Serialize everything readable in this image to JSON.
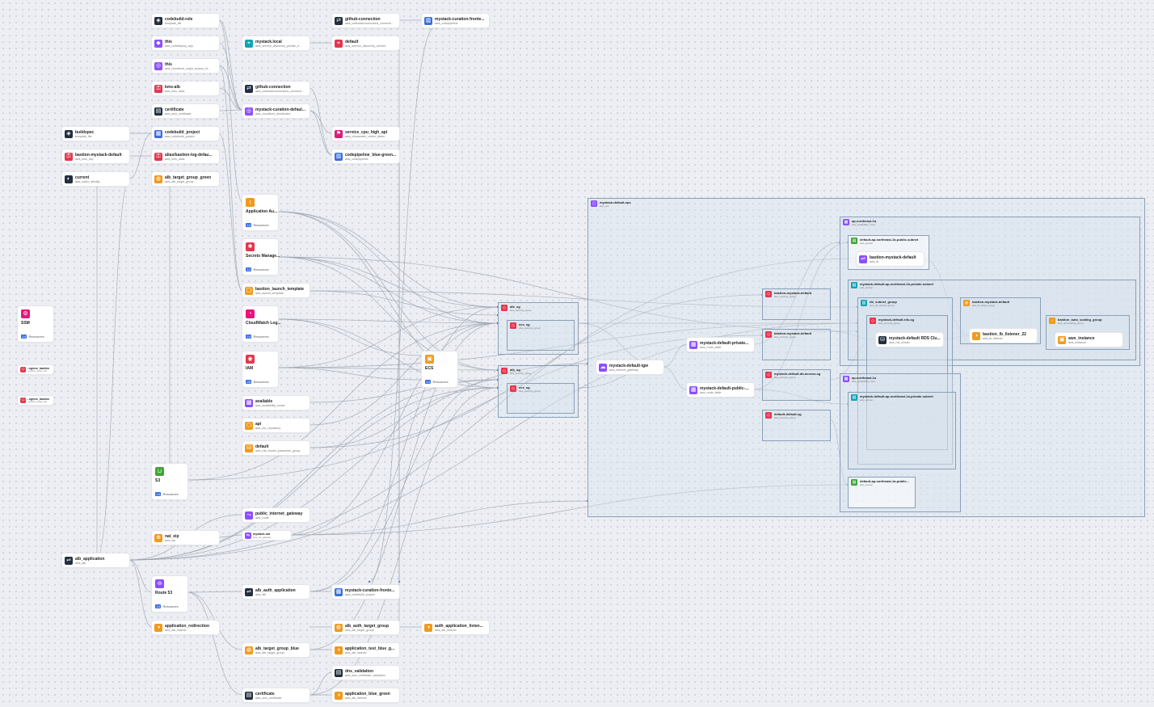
{
  "colors": {
    "purple": "#8c4fff",
    "red": "#e5364e",
    "orange": "#f19a1c",
    "dark": "#232f3e",
    "blue": "#3b6fe0",
    "teal": "#11a3b6",
    "green": "#3ea534",
    "pink": "#e7157b"
  },
  "services": [
    {
      "id": "ssm",
      "title": "SSM",
      "count": "14",
      "suffix": "Resources",
      "icon": "ssm-icon",
      "color": "pink"
    },
    {
      "id": "appauto",
      "title": "Application Au...",
      "count": "14",
      "suffix": "Resources",
      "icon": "auto-scaling-icon",
      "color": "orange"
    },
    {
      "id": "secrets",
      "title": "Secrets Manage...",
      "count": "14",
      "suffix": "Resources",
      "icon": "secrets-manager-icon",
      "color": "red"
    },
    {
      "id": "cloudwatch",
      "title": "CloudWatch Log...",
      "count": "14",
      "suffix": "Resources",
      "icon": "cloudwatch-icon",
      "color": "pink"
    },
    {
      "id": "iam",
      "title": "IAM",
      "count": "26",
      "suffix": "Resources",
      "icon": "iam-icon",
      "color": "red"
    },
    {
      "id": "ecs",
      "title": "ECS",
      "count": "14",
      "suffix": "Resources",
      "icon": "ecs-icon",
      "color": "orange"
    },
    {
      "id": "s3",
      "title": "S3",
      "count": "14",
      "suffix": "Resources",
      "icon": "s3-icon",
      "color": "green"
    },
    {
      "id": "route53",
      "title": "Route 53",
      "count": "14",
      "suffix": "Resources",
      "icon": "route53-icon",
      "color": "purple"
    }
  ],
  "nodes": [
    {
      "id": "codebuild-role",
      "title": "codebuild-role",
      "sub": "template_file",
      "color": "dark",
      "icon": "template-icon"
    },
    {
      "id": "this1",
      "title": "this",
      "sub": "aws_codedeploy_app",
      "color": "purple",
      "icon": "codedeploy-icon"
    },
    {
      "id": "this2",
      "title": "this",
      "sub": "aws_cloudfront_origin_access_id...",
      "color": "purple",
      "icon": "cloudfront-icon"
    },
    {
      "id": "kms-alb",
      "title": "kms-alb",
      "sub": "aws_kms_alias",
      "color": "red",
      "icon": "kms-icon"
    },
    {
      "id": "certificate1",
      "title": "certificate",
      "sub": "aws_acm_certificate",
      "color": "dark",
      "icon": "certificate-icon"
    },
    {
      "id": "buildspec",
      "title": "buildspec",
      "sub": "template_file",
      "color": "dark",
      "icon": "template-icon"
    },
    {
      "id": "codebuild-project",
      "title": "codebuild_project",
      "sub": "aws_codebuild_project",
      "color": "blue",
      "icon": "codebuild-icon"
    },
    {
      "id": "bastion-key",
      "title": "bastion-mystack-default",
      "sub": "aws_kms_key",
      "color": "red",
      "icon": "kms-icon"
    },
    {
      "id": "alias-bastion",
      "title": "alias/bastion-log-defau...",
      "sub": "aws_kms_alias",
      "color": "red",
      "icon": "kms-icon"
    },
    {
      "id": "current",
      "title": "current",
      "sub": "aws_caller_identity",
      "color": "dark",
      "icon": "identity-icon"
    },
    {
      "id": "alb-tg-green",
      "title": "alb_target_group_green",
      "sub": "aws_alb_target_group",
      "color": "orange",
      "icon": "target-group-icon"
    },
    {
      "id": "mystack-local",
      "title": "mystack.local",
      "sub": "aws_service_discovery_private_d...",
      "color": "teal",
      "icon": "cloud-map-icon"
    },
    {
      "id": "github-conn1",
      "title": "github-connection",
      "sub": "aws_codestarconnections_connecti...",
      "color": "dark",
      "icon": "codestar-icon"
    },
    {
      "id": "default-sd",
      "title": "default",
      "sub": "aws_service_discovery_service",
      "color": "red",
      "icon": "cloud-map-icon"
    },
    {
      "id": "curation-pipeline",
      "title": "mystack-curation-fronte...",
      "sub": "aws_codepipeline",
      "color": "blue",
      "icon": "codepipeline-icon"
    },
    {
      "id": "github-conn2",
      "title": "github-connection",
      "sub": "aws_codestarconnections_connecti...",
      "color": "dark",
      "icon": "codestar-icon"
    },
    {
      "id": "curation-cf",
      "title": "mystack-curation-defaul...",
      "sub": "aws_cloudfront_distribution",
      "color": "purple",
      "icon": "cloudfront-icon"
    },
    {
      "id": "cpu-high",
      "title": "service_cpu_high_api",
      "sub": "aws_cloudwatch_metric_alarm",
      "color": "pink",
      "icon": "alarm-icon"
    },
    {
      "id": "bluegreen",
      "title": "codepipeline_blue-green...",
      "sub": "aws_codepipeline",
      "color": "blue",
      "icon": "codepipeline-icon"
    },
    {
      "id": "bastion-lt",
      "title": "bastion_launch_template",
      "sub": "aws_launch_template",
      "color": "orange",
      "icon": "launch-template-icon"
    },
    {
      "id": "available",
      "title": "available",
      "sub": "aws_availability_zones",
      "color": "purple",
      "icon": "az-icon"
    },
    {
      "id": "api-ecr",
      "title": "api",
      "sub": "aws_ecr_repository",
      "color": "orange",
      "icon": "ecr-icon"
    },
    {
      "id": "default-pg",
      "title": "default",
      "sub": "aws_rds_cluster_parameter_group",
      "color": "orange",
      "icon": "rds-icon"
    },
    {
      "id": "ig-route",
      "title": "public_internet_gateway",
      "sub": "aws_route",
      "color": "purple",
      "icon": "route-icon"
    },
    {
      "id": "nat-eip",
      "title": "nat_eip",
      "sub": "aws_eip",
      "color": "orange",
      "icon": "eip-icon"
    },
    {
      "id": "mystack-nat",
      "title": "mystack-nat",
      "sub": "aws_nat_gateway",
      "color": "purple",
      "icon": "nat-icon"
    },
    {
      "id": "alb-app",
      "title": "alb_application",
      "sub": "aws_alb",
      "color": "dark",
      "icon": "alb-icon"
    },
    {
      "id": "alb-auth-app",
      "title": "alb_auth_application",
      "sub": "aws_alb",
      "color": "dark",
      "icon": "alb-icon"
    },
    {
      "id": "curation-build",
      "title": "mystack-curation-fronte...",
      "sub": "aws_codebuild_project",
      "color": "blue",
      "icon": "codebuild-icon"
    },
    {
      "id": "app-redirect",
      "title": "application_redirection",
      "sub": "aws_alb_listener",
      "color": "orange",
      "icon": "listener-icon"
    },
    {
      "id": "alb-auth-tg",
      "title": "alb_auth_target_group",
      "sub": "aws_alb_target_group",
      "color": "orange",
      "icon": "target-group-icon"
    },
    {
      "id": "auth-listener",
      "title": "auth_application_listen...",
      "sub": "aws_alb_listener",
      "color": "orange",
      "icon": "listener-icon"
    },
    {
      "id": "alb-tg-blue",
      "title": "alb_target_group_blue",
      "sub": "aws_alb_target_group",
      "color": "orange",
      "icon": "target-group-icon"
    },
    {
      "id": "app-test-blue",
      "title": "application_test_blue_g...",
      "sub": "aws_alb_listener",
      "color": "orange",
      "icon": "listener-icon"
    },
    {
      "id": "dns-validation",
      "title": "dns_validation",
      "sub": "aws_acm_certificate_validation",
      "color": "dark",
      "icon": "certificate-icon"
    },
    {
      "id": "certificate2",
      "title": "certificate",
      "sub": "aws_acm_certificate",
      "color": "dark",
      "icon": "certificate-icon"
    },
    {
      "id": "app-blue-green",
      "title": "application_blue_green",
      "sub": "aws_alb_listener",
      "color": "orange",
      "icon": "listener-icon"
    },
    {
      "id": "ingress1",
      "title": "...ngress_bastion",
      "sub": "...security_group_rule",
      "color": "red",
      "icon": "security-group-icon"
    },
    {
      "id": "ingress2",
      "title": "...ngress_bastion",
      "sub": "...security_group_rule",
      "color": "red",
      "icon": "security-group-icon"
    },
    {
      "id": "private-rt",
      "title": "mystack-default-private...",
      "sub": "aws_route_table",
      "color": "purple",
      "icon": "route-table-icon"
    },
    {
      "id": "public-rt",
      "title": "mystack-default-public-...",
      "sub": "aws_route_table",
      "color": "purple",
      "icon": "route-table-icon"
    },
    {
      "id": "igw",
      "title": "mystack-default-igw",
      "sub": "aws_internet_gateway",
      "color": "purple",
      "icon": "igw-icon"
    }
  ],
  "groups": [
    {
      "id": "vpc",
      "title": "mystack-default-vpc",
      "sub": "aws_vpc",
      "color": "purple",
      "icon": "vpc-icon"
    },
    {
      "id": "alb-sg1",
      "title": "alb_sg",
      "sub": "aws_security_group",
      "color": "red",
      "icon": "security-group-icon"
    },
    {
      "id": "ecs-sg1",
      "title": "ecs_sg",
      "sub": "aws_security_group",
      "color": "red",
      "icon": "security-group-icon"
    },
    {
      "id": "alb-sg2",
      "title": "alb_sg",
      "sub": "aws_security_group",
      "color": "red",
      "icon": "security-group-icon"
    },
    {
      "id": "ecs-sg2",
      "title": "ecs_sg",
      "sub": "aws_security_group",
      "color": "red",
      "icon": "security-group-icon"
    },
    {
      "id": "sg-bastion1",
      "title": "bastion-mystack-default",
      "sub": "aws_security_group",
      "color": "red",
      "icon": "security-group-icon"
    },
    {
      "id": "sg-bastion2",
      "title": "bastion-mystack-default",
      "sub": "aws_security_group",
      "color": "red",
      "icon": "security-group-icon"
    },
    {
      "id": "sg-db-access",
      "title": "mystack-default-db-access-sg",
      "sub": "aws_security_group",
      "color": "red",
      "icon": "security-group-icon"
    },
    {
      "id": "sg-default",
      "title": "default-default-sg",
      "sub": "aws_security_group",
      "color": "red",
      "icon": "security-group-icon"
    },
    {
      "id": "az-1b",
      "title": "ap-northeast-1b",
      "sub": "aws_availability_zone",
      "color": "purple",
      "icon": "az-icon"
    },
    {
      "id": "public-subnet-1b",
      "title": "default-ap-northeast-1b-public-subnet",
      "sub": "aws_subnet",
      "color": "green",
      "icon": "subnet-icon"
    },
    {
      "id": "private-subnet-1b",
      "title": "mystack-default-ap-northeast-1b-private-subnet",
      "sub": "aws_subnet",
      "color": "teal",
      "icon": "subnet-icon"
    },
    {
      "id": "db-subnet",
      "title": "db_subnet_group",
      "sub": "aws_db_subnet_group",
      "color": "teal",
      "icon": "subnet-group-icon"
    },
    {
      "id": "tg-bastion",
      "title": "bastion-mystack-default",
      "sub": "aws_lb_target_group",
      "color": "orange",
      "icon": "target-group-icon"
    },
    {
      "id": "sg-rds",
      "title": "mystack-default-rds-sg",
      "sub": "aws_security_group",
      "color": "red",
      "icon": "security-group-icon"
    },
    {
      "id": "asg",
      "title": "bastion_auto_scaling_group",
      "sub": "aws_autoscaling_group",
      "color": "orange",
      "icon": "autoscaling-icon"
    },
    {
      "id": "az-1a",
      "title": "ap-northeast-1a",
      "sub": "aws_availability_zone",
      "color": "purple",
      "icon": "az-icon"
    },
    {
      "id": "private-subnet-1a",
      "title": "mystack-default-ap-northeast-1a-private-subnet",
      "sub": "aws_subnet",
      "color": "teal",
      "icon": "subnet-icon"
    },
    {
      "id": "public-subnet-1a",
      "title": "default-ap-northeast-1a-public...",
      "sub": "aws_subnet",
      "color": "green",
      "icon": "subnet-icon"
    }
  ],
  "vpc_nodes": [
    {
      "id": "bastion-lb",
      "title": "bastion-mystack-default",
      "sub": "aws_lb",
      "color": "purple",
      "icon": "load-balancer-icon"
    },
    {
      "id": "rds-cluster",
      "title": "mystack-default RDS Clu...",
      "sub": "aws_rds_cluster",
      "color": "dark",
      "icon": "rds-icon"
    },
    {
      "id": "bastion-listener",
      "title": "bastion_lb_listener_22",
      "sub": "aws_lb_listener",
      "color": "orange",
      "icon": "listener-icon"
    },
    {
      "id": "aws-instance",
      "title": "aws_instance",
      "sub": "aws_instance",
      "color": "orange",
      "icon": "ec2-icon"
    }
  ]
}
